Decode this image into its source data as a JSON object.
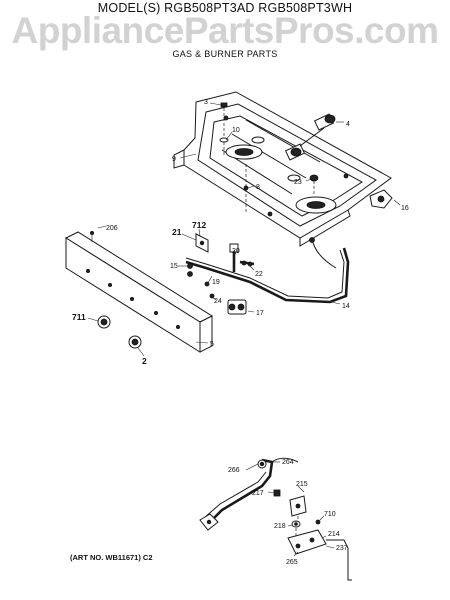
{
  "header": {
    "model_title": "MODEL(S) RGB508PT3AD  RGB508PT3WH",
    "section_title": "GAS & BURNER PARTS"
  },
  "watermark": {
    "text": "AppliancePartsPros.com"
  },
  "footer": {
    "art_number": "(ART NO. WB11671) C2"
  },
  "callouts": {
    "p3": "3",
    "p4": "4",
    "p9": "9",
    "p10": "10",
    "p8": "8",
    "p23": "23",
    "p16": "16",
    "p206": "206",
    "p21": "21",
    "p712": "712",
    "p20": "20",
    "p15": "15",
    "p22": "22",
    "p19": "19",
    "p24": "24",
    "p17": "17",
    "p14": "14",
    "p711": "711",
    "p5": "5",
    "p2": "2",
    "p266": "266",
    "p264": "264",
    "p215": "215",
    "p217": "217",
    "p218": "218",
    "p710": "710",
    "p214": "214",
    "p237": "237",
    "p265": "265"
  }
}
